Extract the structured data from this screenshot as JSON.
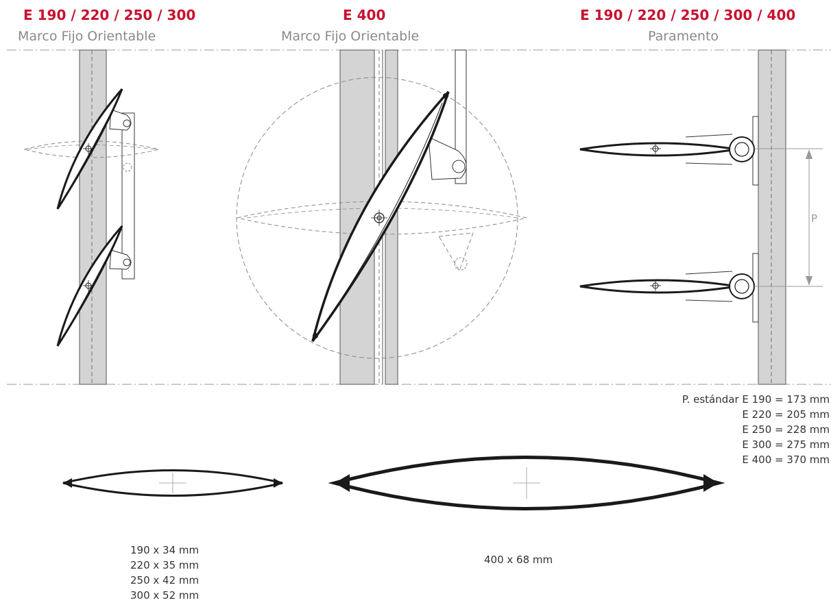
{
  "colors": {
    "accent": "#c8102e",
    "subtitle": "#8a8a8a",
    "post": "#d4d4d4",
    "line": "#1a1a1a",
    "dashed": "#888888"
  },
  "panels": [
    {
      "title": "E 190 / 220 / 250 / 300",
      "subtitle": "Marco Fijo Orientable"
    },
    {
      "title": "E 400",
      "subtitle": "Marco Fijo Orientable"
    },
    {
      "title": "E 190 / 220 / 250 / 300 / 400",
      "subtitle": "Paramento"
    }
  ],
  "pitch_label": "P",
  "standard_pitch": {
    "lines": [
      "P. estándar E 190 = 173 mm",
      "E 220 = 205 mm",
      "E 250 = 228 mm",
      "E 300 = 275 mm",
      "E 400 = 370 mm"
    ]
  },
  "profiles": {
    "small": {
      "sizes": [
        "190 x 34 mm",
        "220 x 35 mm",
        "250 x 42 mm",
        "300 x 52 mm"
      ]
    },
    "large": {
      "size": "400 x 68 mm"
    }
  }
}
